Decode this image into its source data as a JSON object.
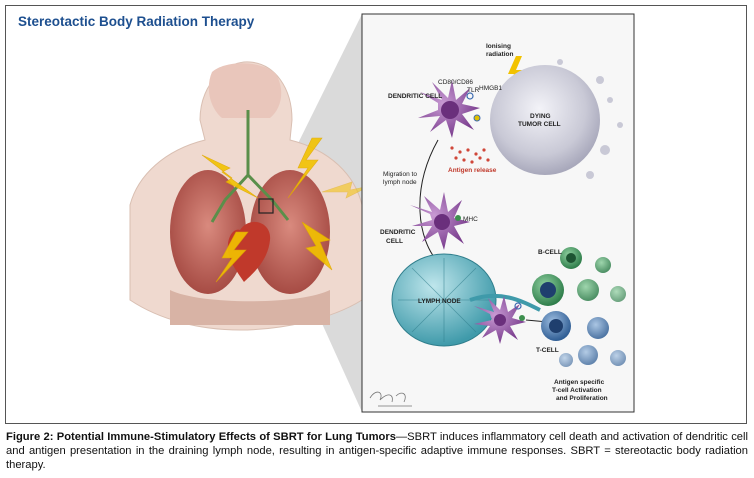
{
  "title": "Stereotactic Body Radiation Therapy",
  "labels": {
    "ionising_radiation": [
      "Ionising",
      "radiation"
    ],
    "cd80_cd86": "CD80/CD86",
    "tlr": "TLR",
    "hmgb1": "HMGB1",
    "dendritic_cell_top": "DENDRITIC CELL",
    "dying_tumor_cell": [
      "DYING",
      "TUMOR CELL"
    ],
    "antigen_release": "Antigen release",
    "migration": [
      "Migration to",
      "lymph node"
    ],
    "dendritic_cell_mid": [
      "DENDRITIC",
      "CELL"
    ],
    "mhc": "MHC",
    "b_cell": "B-CELL",
    "lymph_node": "LYMPH NODE",
    "t_cell": "T-CELL",
    "activation": [
      "Antigen specific",
      "T-cell Activation",
      "and Proliferation"
    ]
  },
  "colors": {
    "title": "#1d4f8f",
    "tumor": "#c9c9d6",
    "dendritic": "#8e4f9e",
    "lymph": "#5fb6c4",
    "bcell": "#2e7d4a",
    "tcell": "#2f5d94",
    "lightning": "#f2c200"
  },
  "caption": {
    "bold": "Figure 2: Potential Immune-Stimulatory Effects of SBRT for Lung Tumors",
    "text": "—SBRT induces inflammatory cell death and activation of dendritic cell and antigen presentation in the draining lymph node, resulting in antigen-specific adaptive immune responses.  SBRT = stereotactic body radiation therapy."
  }
}
